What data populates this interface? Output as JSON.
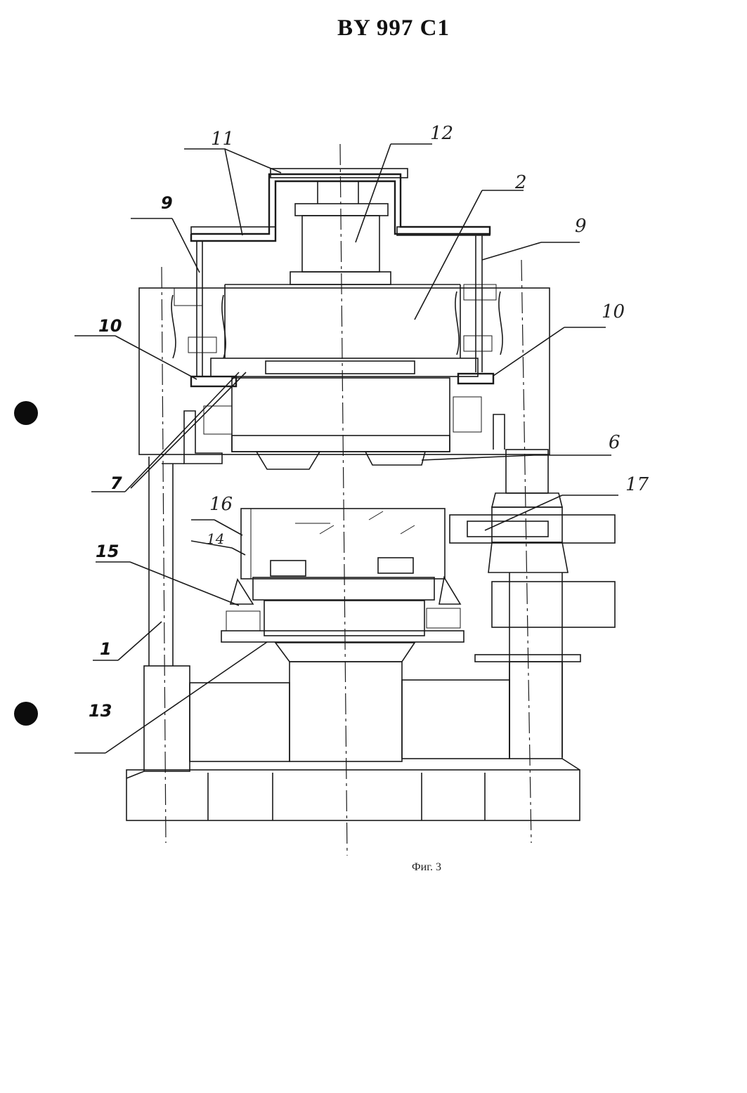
{
  "header": {
    "doc_number": "BY 997 C1"
  },
  "figure": {
    "caption": "Фиг. 3",
    "callouts": {
      "c1": "1",
      "c2": "2",
      "c6": "6",
      "c7": "7",
      "c9_left": "9",
      "c9_right": "9",
      "c10_left": "10",
      "c10_right": "10",
      "c11": "11",
      "c12": "12",
      "c13": "13",
      "c14": "14",
      "c15": "15",
      "c16": "16",
      "c17": "17"
    }
  }
}
